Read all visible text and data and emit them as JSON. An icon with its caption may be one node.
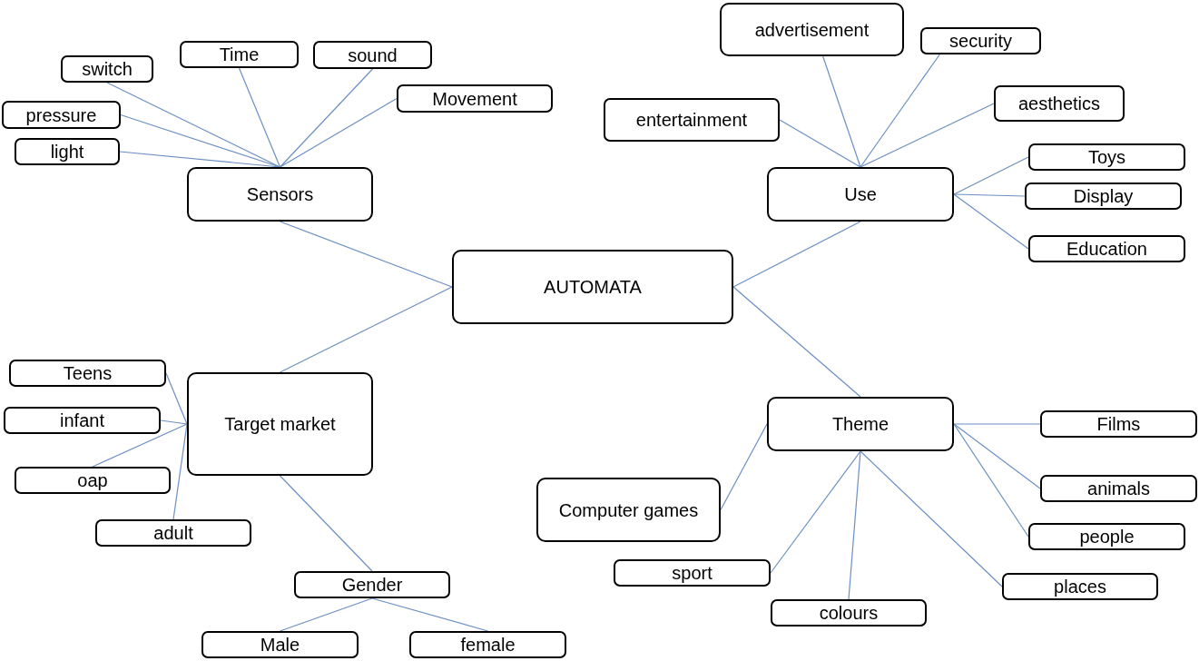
{
  "diagram": {
    "nodes": [
      {
        "text": [
          "AUTOMATA"
        ]
      },
      {
        "text": [
          "Sensors"
        ]
      },
      {
        "text": [
          "switch"
        ]
      },
      {
        "text": [
          "Time"
        ]
      },
      {
        "text": [
          "sound"
        ]
      },
      {
        "text": [
          "pressure"
        ]
      },
      {
        "text": [
          "Movement"
        ]
      },
      {
        "text": [
          "light"
        ]
      },
      {
        "text": [
          "Use"
        ]
      },
      {
        "text": [
          "advertisement"
        ]
      },
      {
        "text": [
          "security"
        ]
      },
      {
        "text": [
          "entertainment"
        ]
      },
      {
        "text": [
          "aesthetics"
        ]
      },
      {
        "text": [
          "Toys"
        ]
      },
      {
        "text": [
          "Display"
        ]
      },
      {
        "text": [
          "Education"
        ]
      },
      {
        "text": [
          "Target market"
        ]
      },
      {
        "text": [
          "Teens"
        ]
      },
      {
        "text": [
          "infant"
        ]
      },
      {
        "text": [
          "oap"
        ]
      },
      {
        "text": [
          "adult"
        ]
      },
      {
        "text": [
          "Gender"
        ]
      },
      {
        "text": [
          "Male"
        ]
      },
      {
        "text": [
          "female"
        ]
      },
      {
        "text": [
          "Theme"
        ]
      },
      {
        "text": [
          "Films"
        ]
      },
      {
        "text": [
          "Computer games"
        ]
      },
      {
        "text": [
          "animals"
        ]
      },
      {
        "text": [
          "people"
        ]
      },
      {
        "text": [
          "sport"
        ]
      },
      {
        "text": [
          "places"
        ]
      },
      {
        "text": [
          "colours"
        ]
      }
    ],
    "edges": [
      {
        "from": 0,
        "to": 1,
        "arrow": "none"
      },
      {
        "from": 0,
        "to": 8,
        "arrow": "none"
      },
      {
        "from": 0,
        "to": 16,
        "arrow": "none"
      },
      {
        "from": 0,
        "to": 24,
        "arrow": "none"
      },
      {
        "from": 1,
        "to": 2,
        "arrow": "none"
      },
      {
        "from": 1,
        "to": 3,
        "arrow": "none"
      },
      {
        "from": 1,
        "to": 4,
        "arrow": "none"
      },
      {
        "from": 1,
        "to": 5,
        "arrow": "none"
      },
      {
        "from": 1,
        "to": 6,
        "arrow": "none"
      },
      {
        "from": 1,
        "to": 7,
        "arrow": "none"
      },
      {
        "from": 8,
        "to": 9,
        "arrow": "none"
      },
      {
        "from": 8,
        "to": 10,
        "arrow": "none"
      },
      {
        "from": 8,
        "to": 11,
        "arrow": "none"
      },
      {
        "from": 8,
        "to": 12,
        "arrow": "none"
      },
      {
        "from": 8,
        "to": 13,
        "arrow": "none"
      },
      {
        "from": 8,
        "to": 14,
        "arrow": "none"
      },
      {
        "from": 8,
        "to": 15,
        "arrow": "none"
      },
      {
        "from": 16,
        "to": 17,
        "arrow": "none"
      },
      {
        "from": 16,
        "to": 18,
        "arrow": "none"
      },
      {
        "from": 16,
        "to": 19,
        "arrow": "none"
      },
      {
        "from": 16,
        "to": 20,
        "arrow": "none"
      },
      {
        "from": 16,
        "to": 21,
        "arrow": "none"
      },
      {
        "from": 21,
        "to": 22,
        "arrow": "none"
      },
      {
        "from": 21,
        "to": 23,
        "arrow": "none"
      },
      {
        "from": 24,
        "to": 25,
        "arrow": "none"
      },
      {
        "from": 24,
        "to": 26,
        "arrow": "none"
      },
      {
        "from": 24,
        "to": 27,
        "arrow": "none"
      },
      {
        "from": 24,
        "to": 28,
        "arrow": "none"
      },
      {
        "from": 24,
        "to": 29,
        "arrow": "none"
      },
      {
        "from": 24,
        "to": 30,
        "arrow": "none"
      },
      {
        "from": 24,
        "to": 31,
        "arrow": "none"
      }
    ]
  }
}
